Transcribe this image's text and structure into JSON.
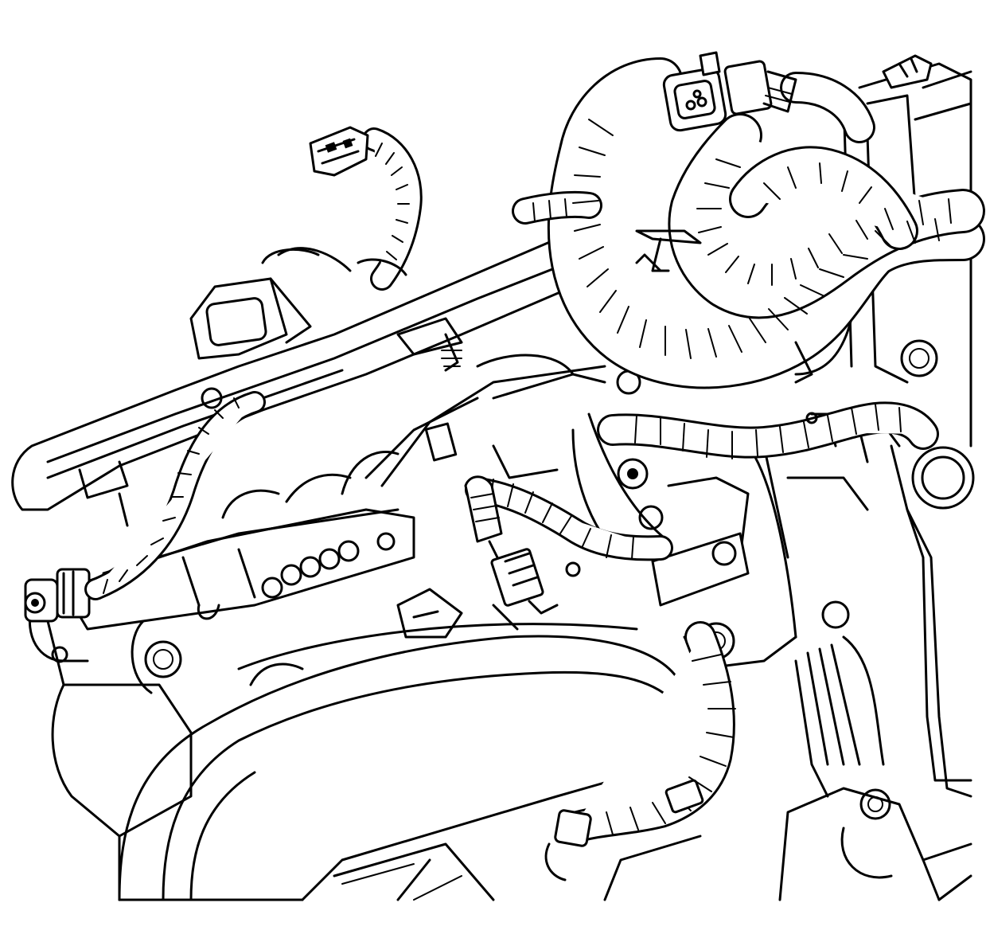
{
  "colors": {
    "background": "#ffffff",
    "line": "#000000"
  },
  "components": [
    {
      "id": "engine-block"
    },
    {
      "id": "intake-manifold-tube"
    },
    {
      "id": "fuel-rail"
    },
    {
      "id": "fuel-injectors"
    },
    {
      "id": "upper-wiring-harness"
    },
    {
      "id": "lower-wiring-harness"
    },
    {
      "id": "harness-connectors"
    },
    {
      "id": "timing-cover-bracket"
    }
  ]
}
